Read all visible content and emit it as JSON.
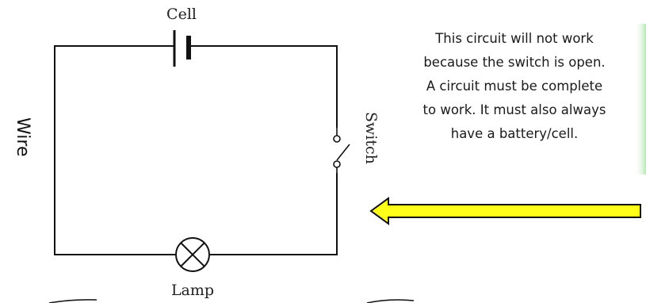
{
  "diagram": {
    "labels": {
      "cell": "Cell",
      "switch": "Switch",
      "lamp": "Lamp",
      "wire": "Wire"
    },
    "explanation": [
      "This circuit will not work",
      "because the switch is open.",
      "A circuit must be complete",
      "to work. It must also always",
      "have a battery/cell."
    ],
    "switch_state": "open",
    "colors": {
      "wire": "#111111",
      "arrow_fill": "#ffff1a",
      "arrow_stroke": "#111111",
      "edge_glow": "#b9e8b4"
    }
  }
}
